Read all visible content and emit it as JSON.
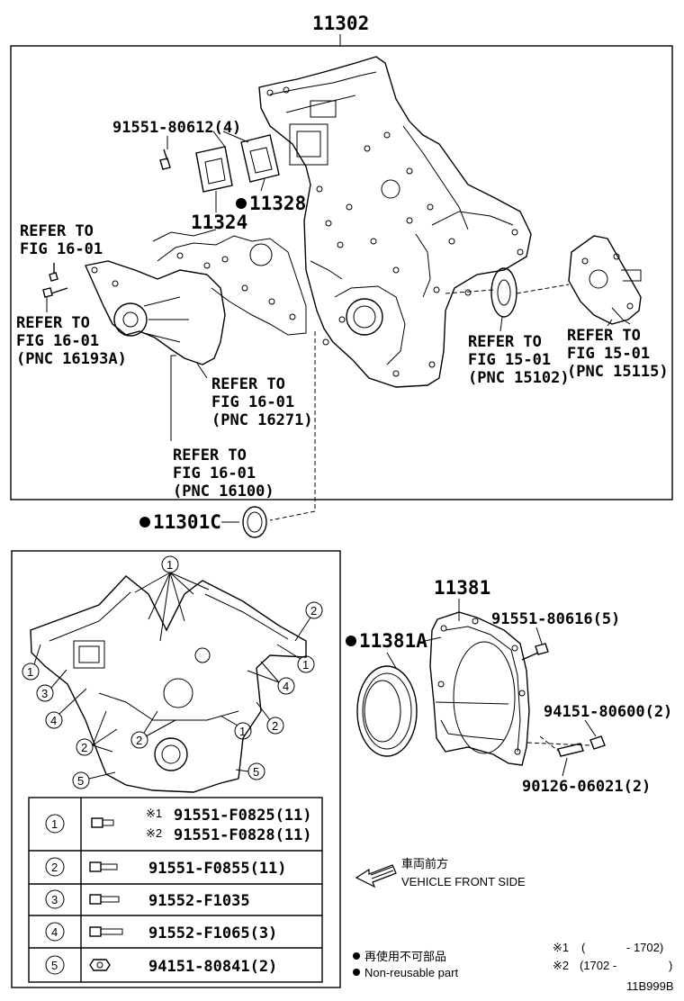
{
  "top_callout": "11302",
  "upper_panel": {
    "labels": {
      "bolt_91551_80612": "91551-80612(4)",
      "gasket_11324": "11324",
      "gasket_11328": "11328",
      "refer_a_1": "REFER TO",
      "refer_a_2": "FIG 16-01",
      "refer_b_1": "REFER TO",
      "refer_b_2": "FIG 16-01",
      "refer_b_3": "(PNC 16193A)",
      "refer_c_1": "REFER TO",
      "refer_c_2": "FIG 16-01",
      "refer_c_3": "(PNC 16271)",
      "refer_d_1": "REFER TO",
      "refer_d_2": "FIG 16-01",
      "refer_d_3": "(PNC 16100)",
      "refer_e_1": "REFER TO",
      "refer_e_2": "FIG 15-01",
      "refer_e_3": "(PNC 15102)",
      "refer_f_1": "REFER TO",
      "refer_f_2": "FIG 15-01",
      "refer_f_3": "(PNC 15115)"
    }
  },
  "seal_11301c": "11301C",
  "right_panel": {
    "retainer": "11381",
    "oil_seal": "11381A",
    "bolt_91551_80616": "91551-80616(5)",
    "nut_94151_80600": "94151-80600(2)",
    "stud_90126_06021": "90126-06021(2)"
  },
  "bolt_table": {
    "rows": [
      {
        "num": "1",
        "parts": [
          {
            "mark": "※1",
            "pn": "91551-F0825(11)"
          },
          {
            "mark": "※2",
            "pn": "91551-F0828(11)"
          }
        ]
      },
      {
        "num": "2",
        "parts": [
          {
            "mark": "",
            "pn": "91551-F0855(11)"
          }
        ]
      },
      {
        "num": "3",
        "parts": [
          {
            "mark": "",
            "pn": "91552-F1035"
          }
        ]
      },
      {
        "num": "4",
        "parts": [
          {
            "mark": "",
            "pn": "91552-F1065(3)"
          }
        ]
      },
      {
        "num": "5",
        "parts": [
          {
            "mark": "",
            "pn": "94151-80841(2)"
          }
        ]
      }
    ]
  },
  "legend": {
    "front_jp": "車両前方",
    "front_en": "VEHICLE FRONT SIDE",
    "nonreuse_jp": "再使用不可部品",
    "nonreuse_en": "Non-reusable part",
    "date1_mark": "※1",
    "date1_open": "(",
    "date1_range": "- 1702)",
    "date2_mark": "※2",
    "date2_range": "(1702 -",
    "date2_close": ")"
  },
  "diagram_id": "11B999B"
}
